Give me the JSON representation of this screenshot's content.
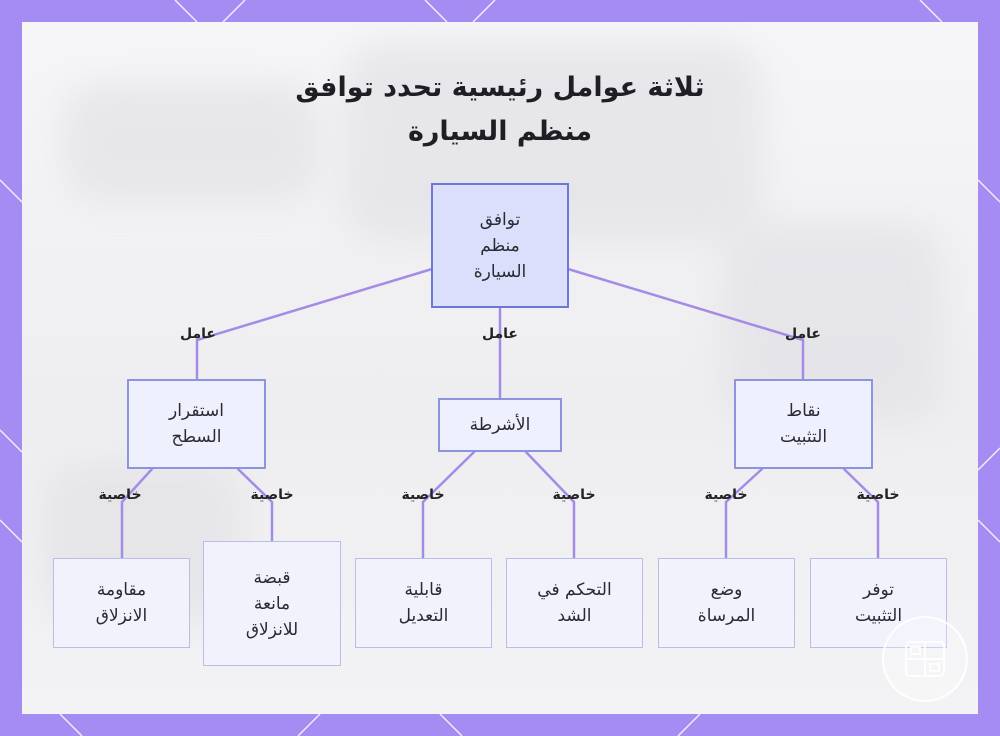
{
  "title": {
    "line1": "ثلاثة عوامل رئيسية تحدد توافق",
    "line2": "منظم السيارة"
  },
  "nodes": {
    "root": [
      "توافق",
      "منظم",
      "السيارة"
    ],
    "surface": [
      "استقرار",
      "السطح"
    ],
    "straps": [
      "الأشرطة"
    ],
    "points": [
      "نقاط",
      "التثبيت"
    ],
    "slip_resistance": [
      "مقاومة",
      "الانزلاق"
    ],
    "grip": [
      "قبضة",
      "مانعة",
      "للانزلاق"
    ],
    "adjustable": [
      "قابلية",
      "التعديل"
    ],
    "tension": [
      "التحكم في",
      "الشد"
    ],
    "headrest": [
      "وضع",
      "المرساة"
    ],
    "availability": [
      "توفر",
      "التثبيت"
    ]
  },
  "edge_labels": {
    "factor": "عامل",
    "property": "خاصية"
  },
  "colors": {
    "frame": "#a48cf2",
    "edge": "#a48be8",
    "node_border": "#8a95de",
    "root_fill": "#dcdffb"
  },
  "logo": {
    "icon": "brand-logo-icon"
  }
}
